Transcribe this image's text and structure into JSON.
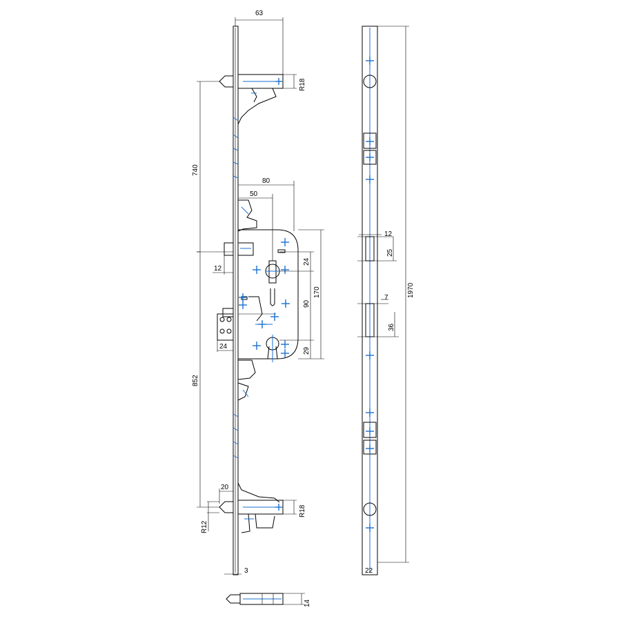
{
  "dimensions": {
    "faceplate_offset_top": "63",
    "radius_top_bolt": "R18",
    "upper_bolt_distance": "740",
    "backset_outer": "80",
    "backset": "50",
    "dim_24_upper": "24",
    "lock_body_height": "170",
    "follower_to_cylinder": "90",
    "dim_29": "29",
    "latch_12": "12",
    "strike_24": "24",
    "lower_bolt_distance": "852",
    "dim_20": "20",
    "radius_lower_bolt_r12": "R12",
    "radius_lower_bolt_r18": "R18",
    "faceplate_thickness": "3",
    "bolt_side_14": "14",
    "strip_top_12": "12",
    "strip_25": "25",
    "strip_7": "7",
    "strip_36": "36",
    "total_length": "1970",
    "strip_width": "22"
  }
}
